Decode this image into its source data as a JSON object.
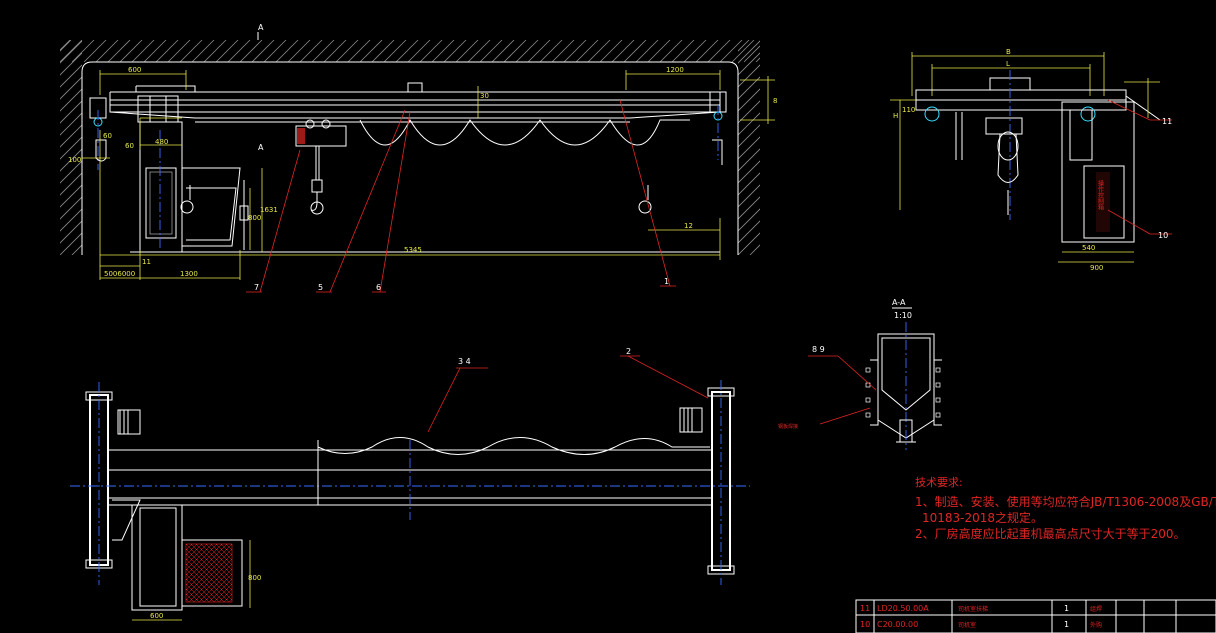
{
  "section_marks": {
    "a_top": "A",
    "a_mid": "A"
  },
  "dims": {
    "d_600": "600",
    "d_1200": "1200",
    "d_30": "30",
    "d_8": "8",
    "d_60a": "60",
    "d_60b": "60",
    "d_100": "100",
    "d_480": "480",
    "d_1631": "1631",
    "d_800": "800",
    "d_12": "12",
    "d_5345": "5345",
    "d_11": "11",
    "d_5006000": "5006000",
    "d_1300": "1300",
    "d_b": "B",
    "d_l": "L",
    "d_h": "H",
    "d_110": "110",
    "d_540": "540",
    "d_900": "900",
    "d_800b": "800",
    "d_600b": "600",
    "section_scale": "1:10"
  },
  "callouts": {
    "c1": "1",
    "c2": "2",
    "c3_4": "3   4",
    "c5": "5",
    "c6": "6",
    "c7": "7",
    "c8_9": "8   9",
    "c10": "10",
    "c11": "11"
  },
  "section_title": "A-A",
  "small_label": "钢板焊接",
  "cabinet_text": "操作控制箱",
  "tech_notes": {
    "title": "技术要求:",
    "line1": "1、制造、安装、使用等均应符合JB/T1306-2008及GB/T",
    "line2": "10183-2018之规定。",
    "line3": "2、厂房高度应比起重机最高点尺寸大于等于200。"
  },
  "title_block": {
    "rows": [
      {
        "no": "11",
        "code": "LD20.50.00A",
        "name": "司机室扶梯",
        "qty": "1",
        "note": "组焊"
      },
      {
        "no": "10",
        "code": "C20.00.00",
        "name": "司机室",
        "qty": "1",
        "note": "外购"
      }
    ]
  },
  "colors": {
    "line": "#ffffff",
    "dimension": "#e8e84a",
    "leader": "#e02525",
    "centerline": "#3a6cff",
    "accent": "#38e0ff",
    "background": "#000000"
  }
}
